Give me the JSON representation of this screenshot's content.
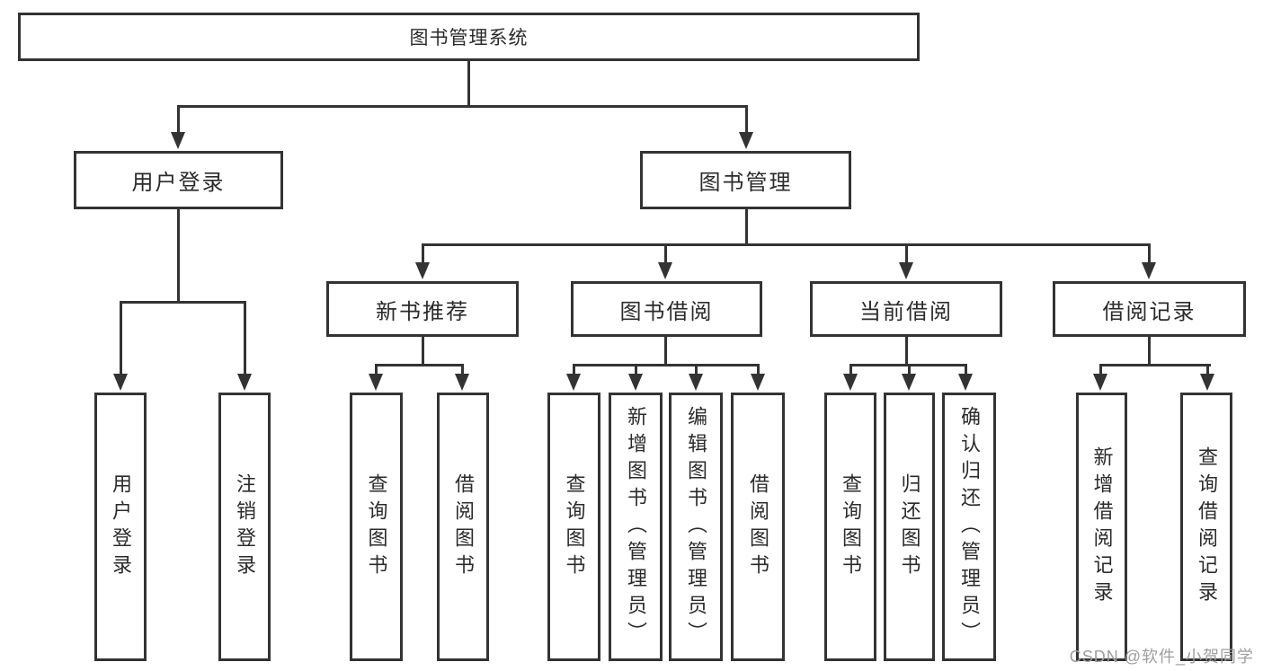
{
  "diagram": {
    "title": {
      "label": "图书管理系统"
    },
    "level2": [
      {
        "label": "用户登录"
      },
      {
        "label": "图书管理"
      }
    ],
    "level3": [
      {
        "label": "新书推荐"
      },
      {
        "label": "图书借阅"
      },
      {
        "label": "当前借阅"
      },
      {
        "label": "借阅记录"
      }
    ],
    "leaves": {
      "user_login": [
        {
          "label": "用户登录"
        },
        {
          "label": "注销登录"
        }
      ],
      "recommend": [
        {
          "label": "查询图书"
        },
        {
          "label": "借阅图书"
        }
      ],
      "borrow": [
        {
          "label": "查询图书"
        },
        {
          "label": "新增图书（管理员）"
        },
        {
          "label": "编辑图书（管理员）"
        },
        {
          "label": "借阅图书"
        }
      ],
      "current": [
        {
          "label": "查询图书"
        },
        {
          "label": "归还图书"
        },
        {
          "label": "确认归还（管理员）"
        }
      ],
      "record": [
        {
          "label": "新增借阅记录"
        },
        {
          "label": "查询借阅记录"
        }
      ]
    }
  },
  "watermark": {
    "text": "CSDN @软件_小贺同学"
  },
  "colors": {
    "line": "#333333",
    "text": "#2b2b2b",
    "watermark": "#9e9e9e",
    "background": "#ffffff"
  }
}
